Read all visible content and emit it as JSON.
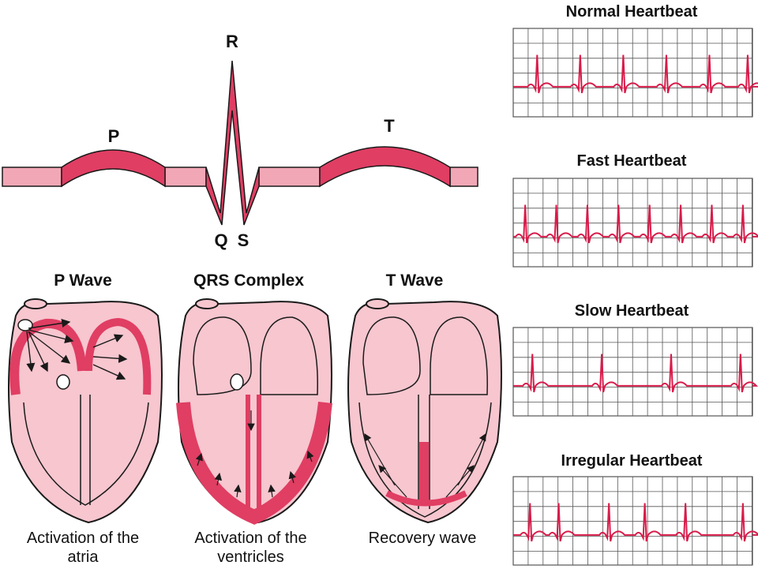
{
  "colors": {
    "wave_fill": "#e03e63",
    "baseline_fill": "#f2a7b6",
    "heart_fill": "#f7c6cf",
    "ecg_line": "#d81b4a",
    "grid": "#555555",
    "outline": "#1a1a1a"
  },
  "ecg": {
    "label_p": "P",
    "label_r": "R",
    "label_q": "Q",
    "label_s": "S",
    "label_t": "T"
  },
  "hearts": [
    {
      "title": "P Wave",
      "caption_line1": "Activation of the",
      "caption_line2": "atria"
    },
    {
      "title": "QRS Complex",
      "caption_line1": "Activation of the",
      "caption_line2": "ventricles"
    },
    {
      "title": "T Wave",
      "caption_line1": "Recovery wave",
      "caption_line2": ""
    }
  ],
  "strips": [
    {
      "title": "Normal Heartbeat",
      "rhythm": "normal"
    },
    {
      "title": "Fast Heartbeat",
      "rhythm": "fast"
    },
    {
      "title": "Slow Heartbeat",
      "rhythm": "slow"
    },
    {
      "title": "Irregular Heartbeat",
      "rhythm": "irregular"
    }
  ]
}
